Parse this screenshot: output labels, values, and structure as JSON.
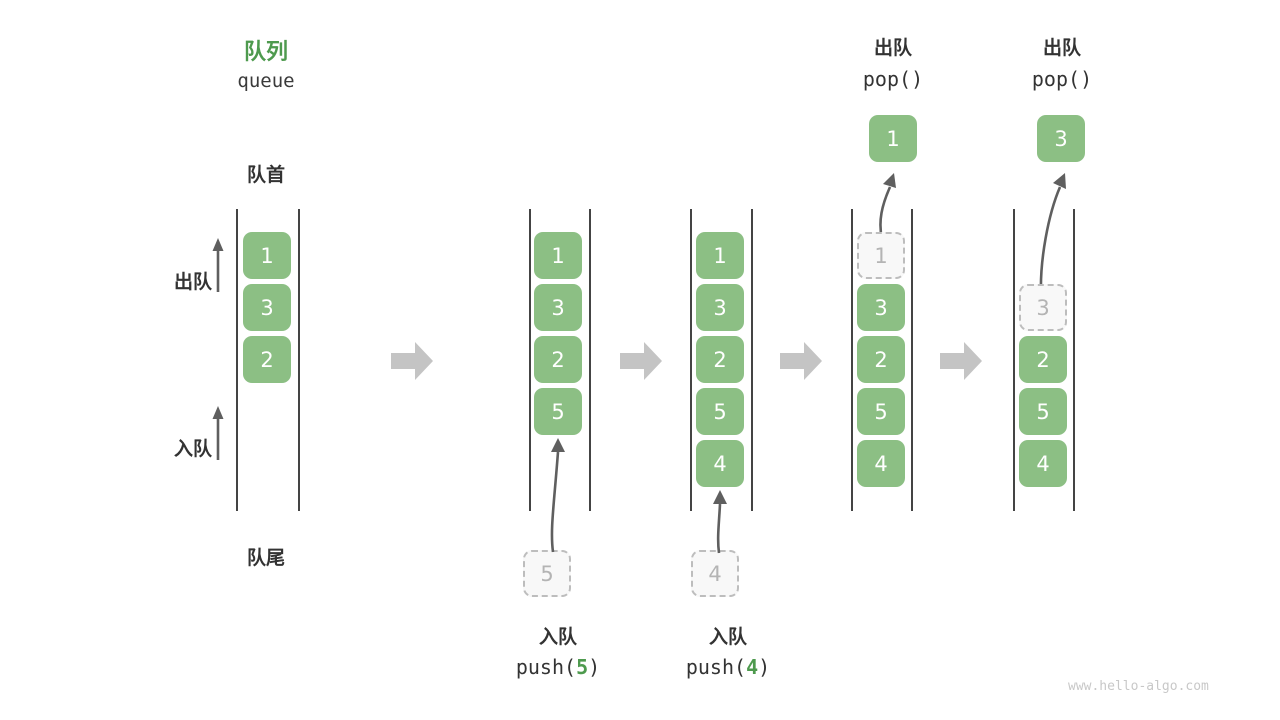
{
  "diagram": {
    "title_cn": "队列",
    "title_en": "queue",
    "front_label": "队首",
    "rear_label": "队尾",
    "dequeue_label": "出队",
    "enqueue_label": "入队",
    "watermark": "www.hello-algo.com",
    "colors": {
      "node_fill": "#8cbf84",
      "node_text": "#ffffff",
      "ghost_fill": "#f8f8f8",
      "ghost_border": "#bdbdbd",
      "ghost_text": "#b4b4b4",
      "title_green": "#4e9a4e",
      "rail": "#444444",
      "arrow_gray": "#c4c4c4",
      "thin_arrow": "#5f5f5f",
      "text": "#333333",
      "watermark": "#c8c8c8"
    }
  },
  "steps": [
    {
      "id": "initial",
      "op_cn": "",
      "op_code": "",
      "nodes": [
        "1",
        "3",
        "2"
      ],
      "ghost_index": -1
    },
    {
      "id": "push-5",
      "op_cn": "入队",
      "op_code_prefix": "push(",
      "op_code_num": "5",
      "op_code_suffix": ")",
      "nodes": [
        "1",
        "3",
        "2",
        "5"
      ],
      "incoming": "5",
      "ghost_index": -1
    },
    {
      "id": "push-4",
      "op_cn": "入队",
      "op_code_prefix": "push(",
      "op_code_num": "4",
      "op_code_suffix": ")",
      "nodes": [
        "1",
        "3",
        "2",
        "5",
        "4"
      ],
      "incoming": "4",
      "ghost_index": -1
    },
    {
      "id": "pop-1",
      "op_cn": "出队",
      "op_code_prefix": "pop(",
      "op_code_num": "",
      "op_code_suffix": ")",
      "popped": "1",
      "nodes": [
        "1",
        "3",
        "2",
        "5",
        "4"
      ],
      "ghost_index": 0
    },
    {
      "id": "pop-3",
      "op_cn": "出队",
      "op_code_prefix": "pop(",
      "op_code_num": "",
      "op_code_suffix": ")",
      "popped": "3",
      "nodes": [
        "",
        "3",
        "2",
        "5",
        "4"
      ],
      "ghost_index": 1
    }
  ]
}
